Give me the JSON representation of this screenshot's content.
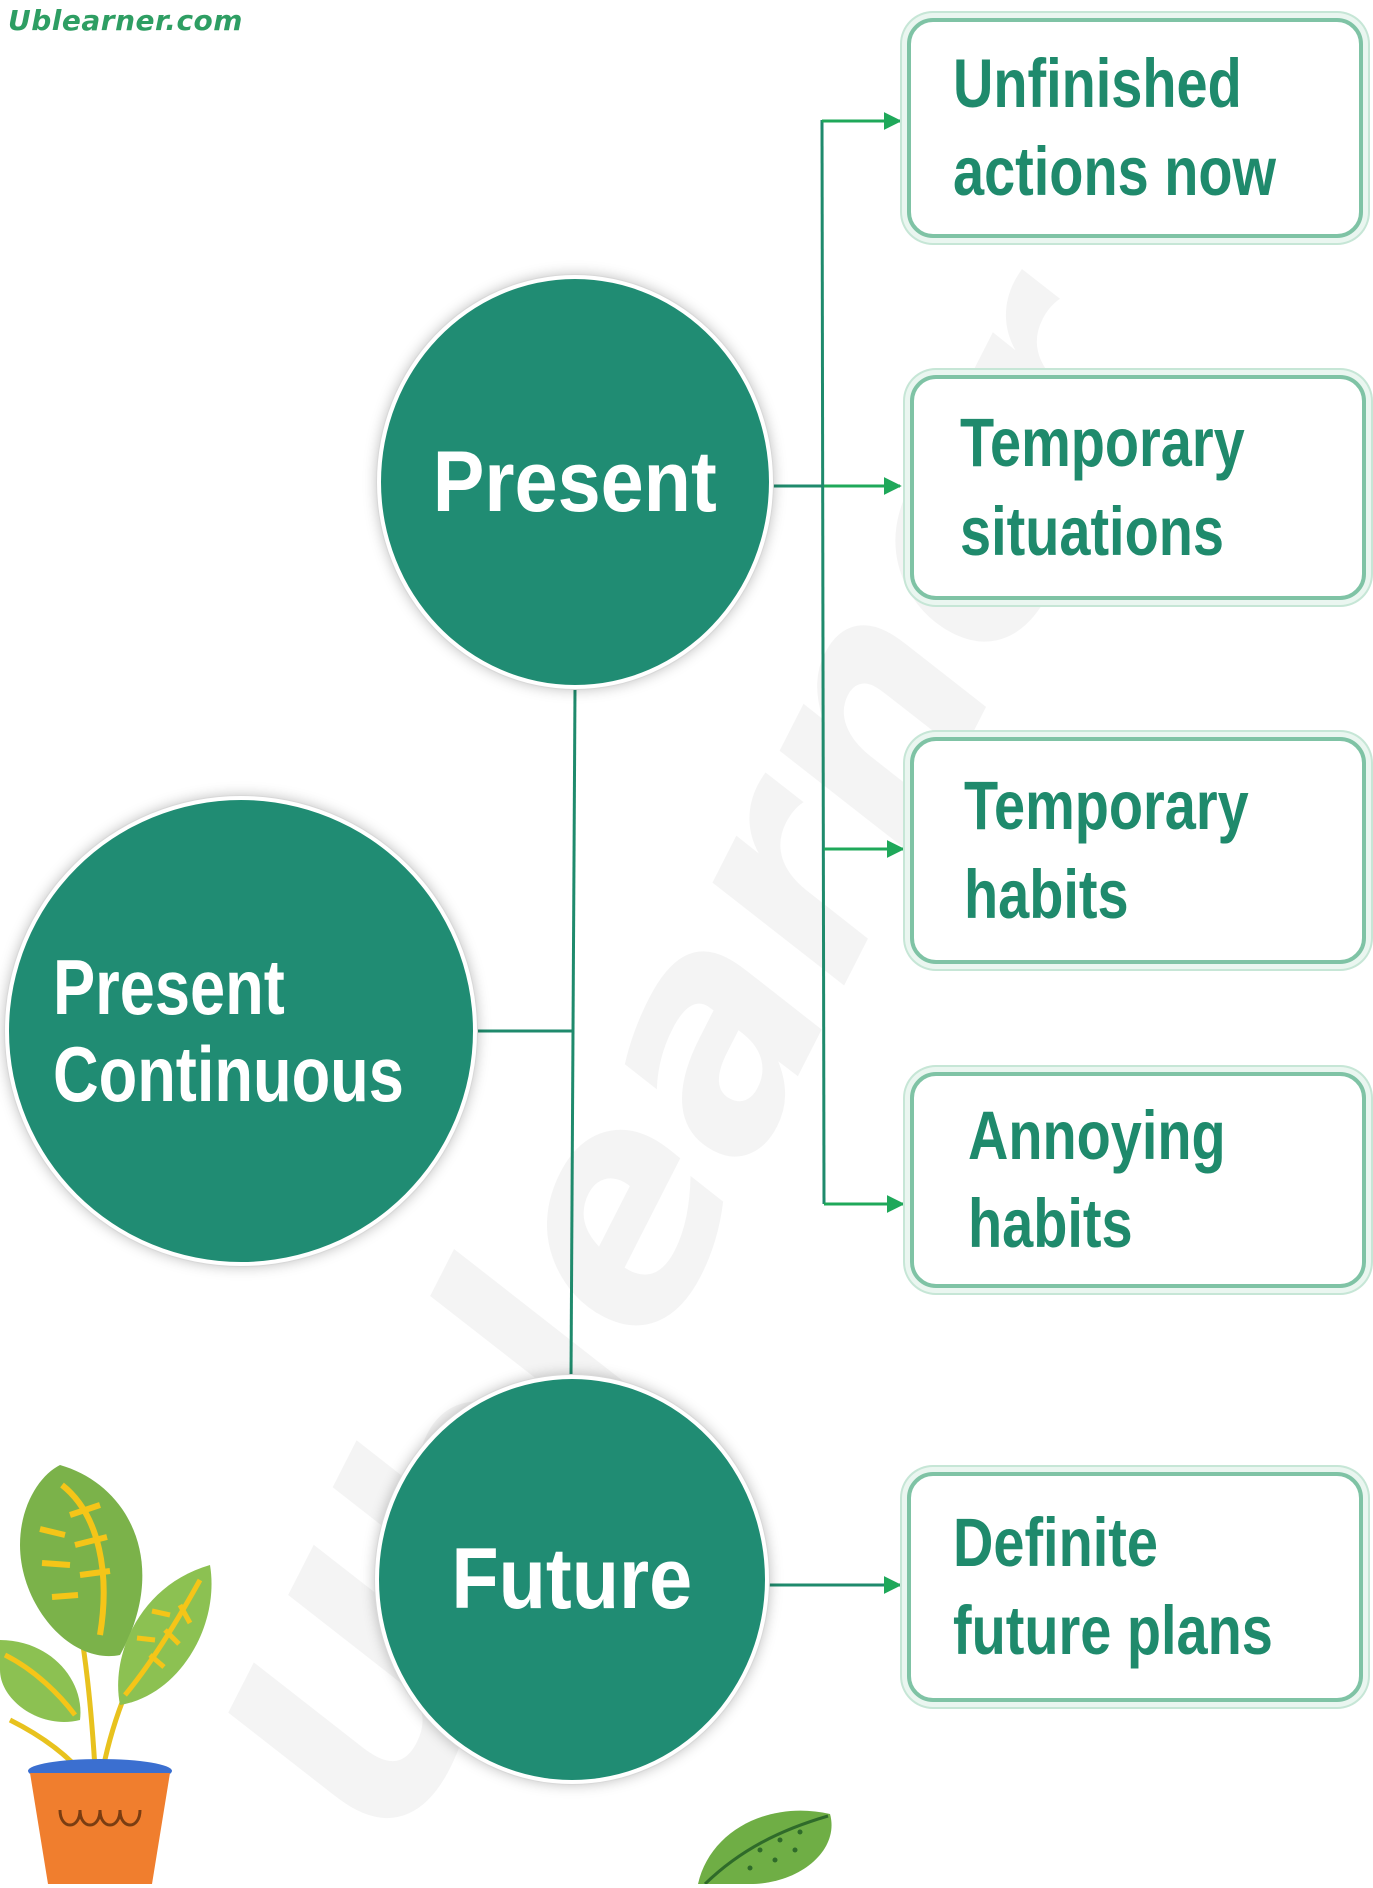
{
  "site_label": "Ublearner.com",
  "watermark": "Ublearner",
  "nodes": {
    "root": {
      "line1": "Present",
      "line2": "Continuous"
    },
    "present": "Present",
    "future": "Future"
  },
  "uses": {
    "present": [
      {
        "line1": "Unfinished",
        "line2": "actions now"
      },
      {
        "line1": "Temporary",
        "line2": "situations"
      },
      {
        "line1": "Temporary",
        "line2": "habits"
      },
      {
        "line1": "Annoying",
        "line2": "habits"
      }
    ],
    "future": [
      {
        "line1": "Definite",
        "line2": "future plans"
      }
    ]
  },
  "colors": {
    "node_fill": "#208c73",
    "connector": "#1f8a6c",
    "arrow": "#1fa85a",
    "box_text": "#1f8a6c",
    "box_border": "#7fc3a5"
  }
}
